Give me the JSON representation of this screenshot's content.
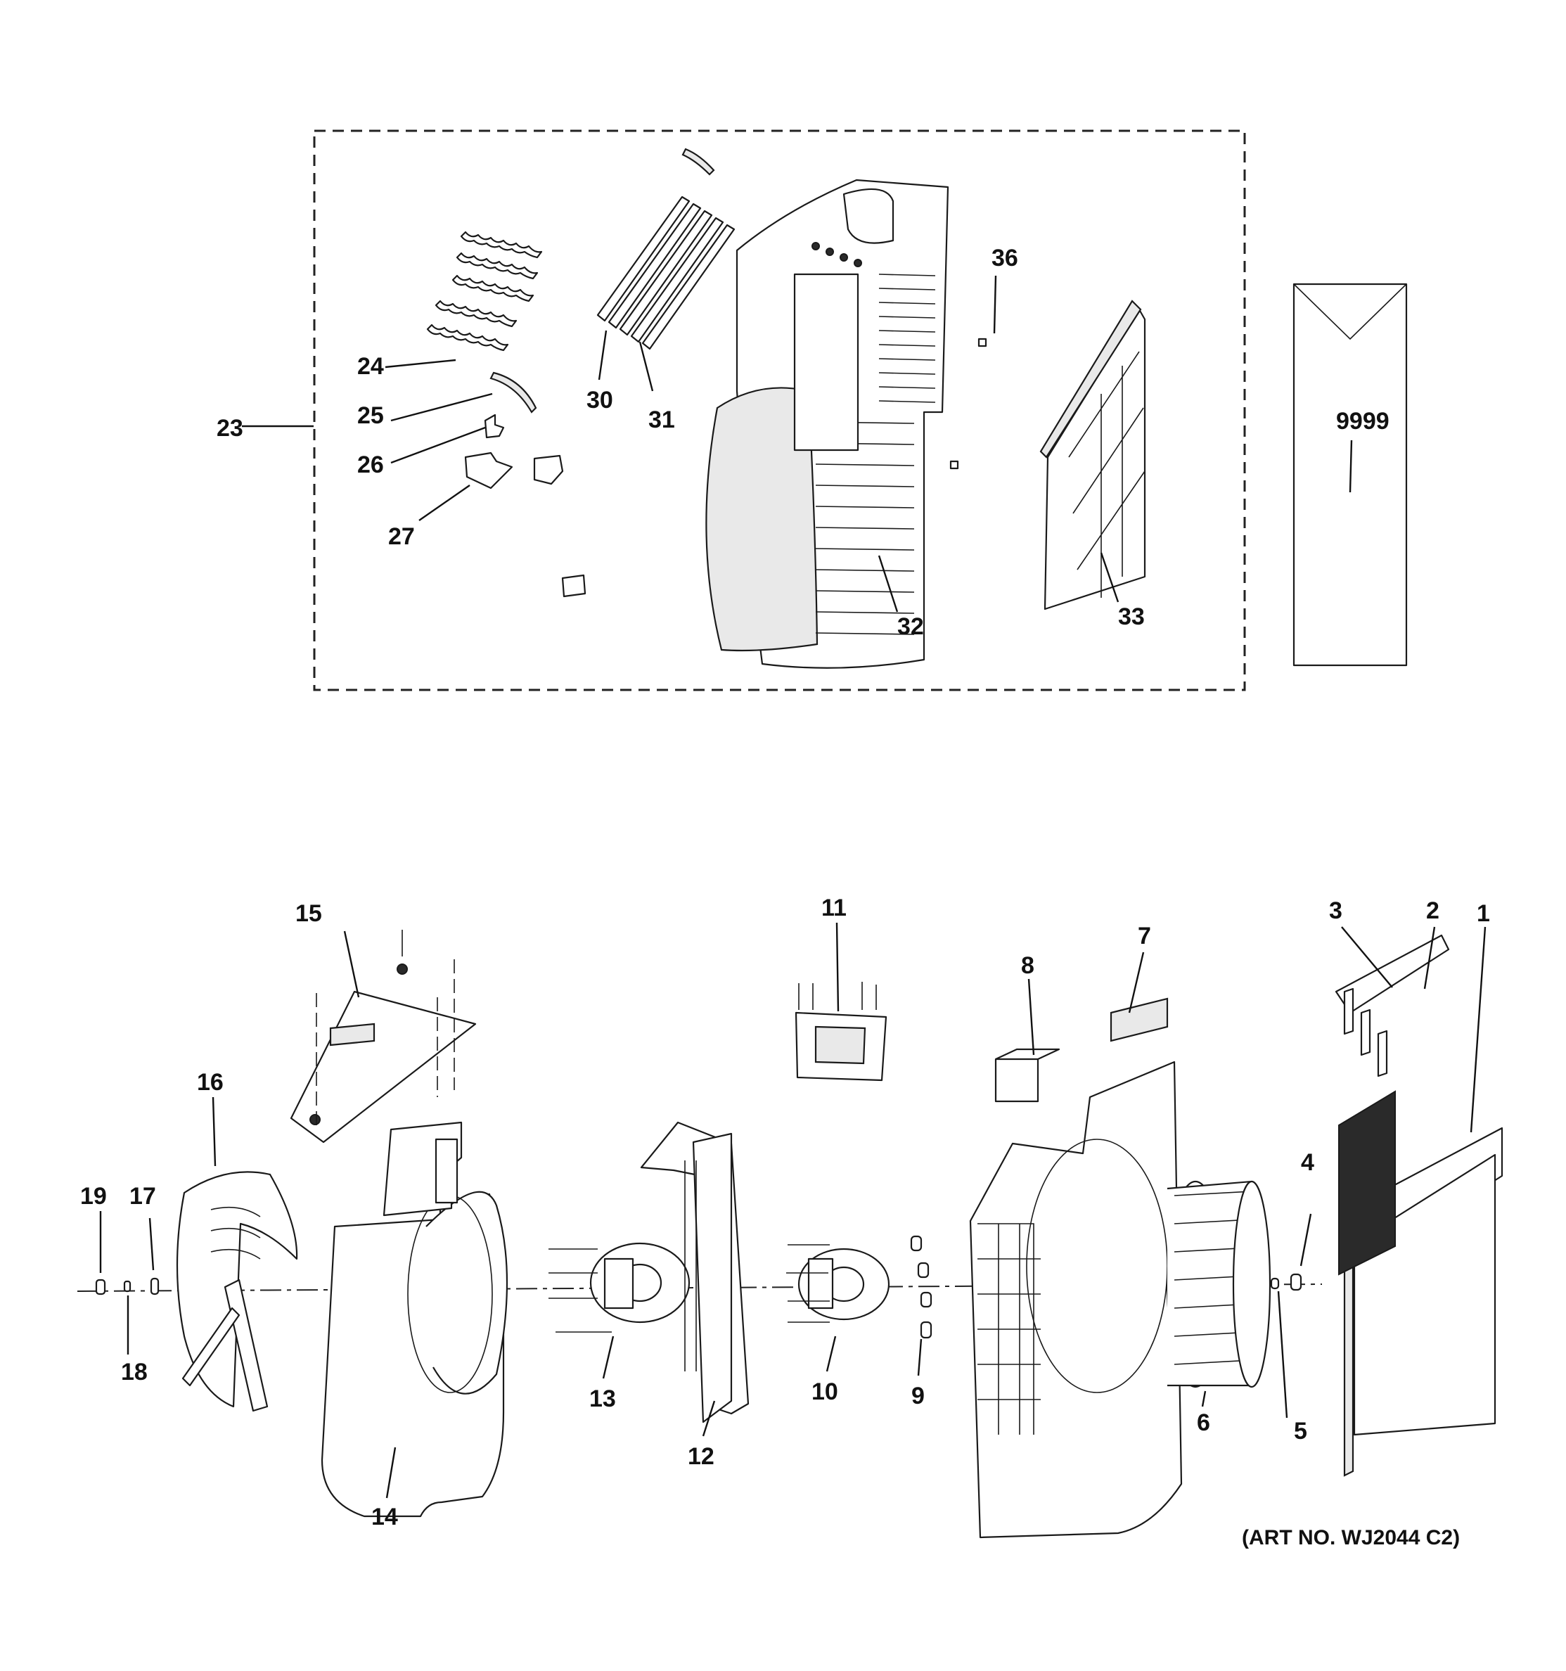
{
  "callouts": {
    "c1": "1",
    "c2": "2",
    "c3": "3",
    "c4": "4",
    "c5": "5",
    "c6": "6",
    "c7": "7",
    "c8": "8",
    "c9": "9",
    "c10": "10",
    "c11": "11",
    "c12": "12",
    "c13": "13",
    "c14": "14",
    "c15": "15",
    "c16": "16",
    "c17": "17",
    "c18": "18",
    "c19": "19",
    "c23": "23",
    "c24": "24",
    "c25": "25",
    "c26": "26",
    "c27": "27",
    "c30": "30",
    "c31": "31",
    "c32": "32",
    "c33": "33",
    "c36": "36",
    "c9999": "9999"
  },
  "art_number": "(ART NO. WJ2044 C2)"
}
